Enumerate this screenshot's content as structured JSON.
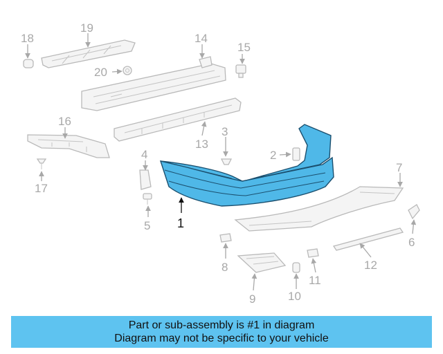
{
  "diagram": {
    "callouts": [
      "1",
      "2",
      "3",
      "4",
      "5",
      "6",
      "7",
      "8",
      "9",
      "10",
      "11",
      "12",
      "13",
      "14",
      "15",
      "16",
      "17",
      "18",
      "19",
      "20"
    ],
    "highlighted_part": "1",
    "highlight_color": "#4fb8e8"
  },
  "banner": {
    "line1": "Part or sub-assembly is #1 in diagram",
    "line2": "Diagram may not be specific to your vehicle",
    "background": "#5ec3f0"
  }
}
